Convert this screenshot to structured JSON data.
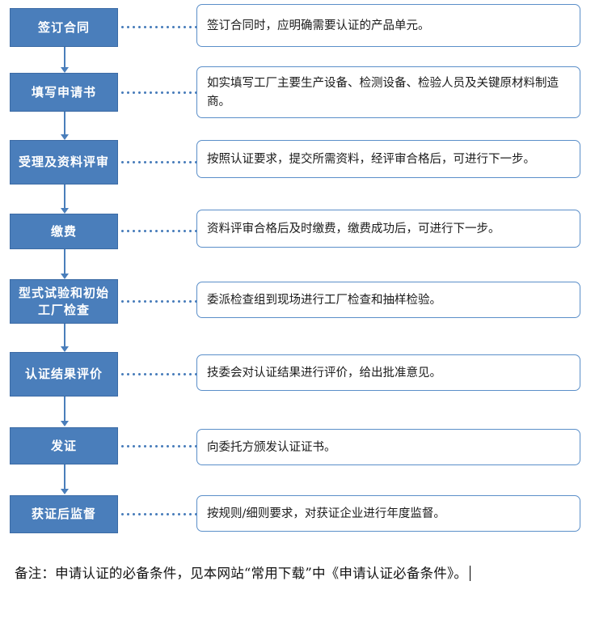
{
  "diagram": {
    "type": "flowchart",
    "title": "",
    "steps": [
      {
        "id": "step-1",
        "label": "签订合同",
        "description": "签订合同时，应明确需要认证的产品单元。"
      },
      {
        "id": "step-2",
        "label": "填写申请书",
        "description": "如实填写工厂主要生产设备、检测设备、检验人员及关键原材料制造商。"
      },
      {
        "id": "step-3",
        "label": "受理及资料评审",
        "description": "按照认证要求，提交所需资料，经评审合格后，可进行下一步。"
      },
      {
        "id": "step-4",
        "label": "缴费",
        "description": "资料评审合格后及时缴费，缴费成功后，可进行下一步。"
      },
      {
        "id": "step-5",
        "label": "型式试验和初始工厂检查",
        "description": "委派检查组到现场进行工厂检查和抽样检验。"
      },
      {
        "id": "step-6",
        "label": "认证结果评价",
        "description": "技委会对认证结果进行评价，给出批准意见。"
      },
      {
        "id": "step-7",
        "label": "发证",
        "description": "向委托方颁发认证证书。"
      },
      {
        "id": "step-8",
        "label": "获证后监督",
        "description": "按规则/细则要求，对获证企业进行年度监督。"
      }
    ],
    "note": "备注：申请认证的必备条件，见本网站“常用下载”中《申请认证必备条件》。",
    "colors": {
      "step_fill": "#4a7ebb",
      "step_text": "#ffffff",
      "desc_border": "#5b8fc9",
      "connector": "#4a7ebb",
      "note_text": "#111111"
    }
  }
}
